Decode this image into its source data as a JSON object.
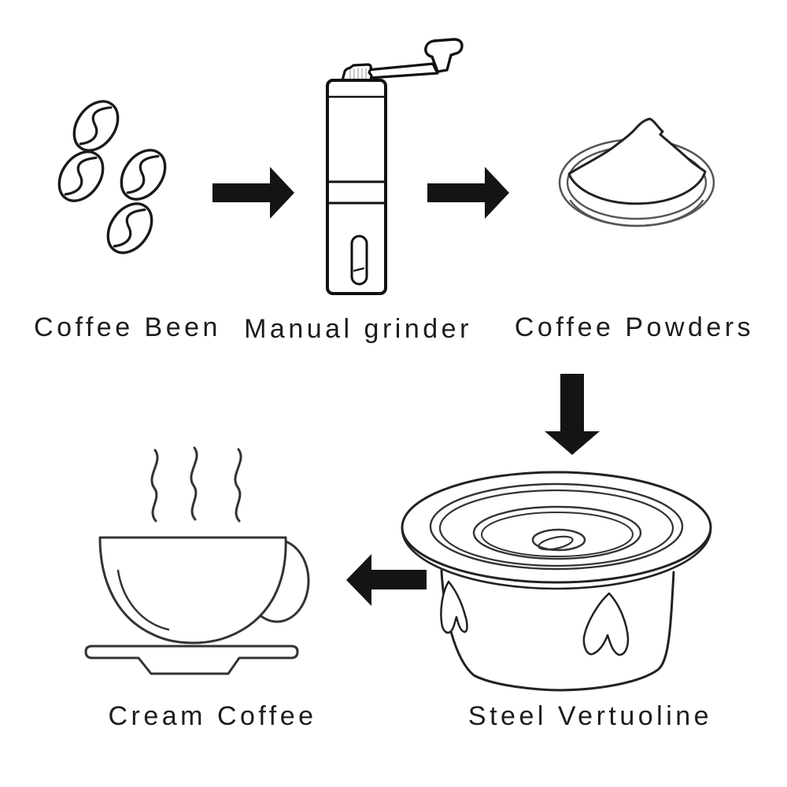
{
  "diagram": {
    "background": "#ffffff",
    "line_color": "#1f1f1f",
    "arrow_color": "#141414",
    "steps": [
      {
        "label": "Coffee Been"
      },
      {
        "label": "Manual grinder"
      },
      {
        "label": "Coffee Powders"
      },
      {
        "label": "Steel Vertuoline"
      },
      {
        "label": "Cream Coffee"
      }
    ],
    "arrows": [
      {
        "from": "Coffee Been",
        "to": "Manual grinder",
        "direction": "right"
      },
      {
        "from": "Manual grinder",
        "to": "Coffee Powders",
        "direction": "right"
      },
      {
        "from": "Coffee Powders",
        "to": "Steel Vertuoline",
        "direction": "down"
      },
      {
        "from": "Steel Vertuoline",
        "to": "Cream Coffee",
        "direction": "left"
      }
    ]
  }
}
